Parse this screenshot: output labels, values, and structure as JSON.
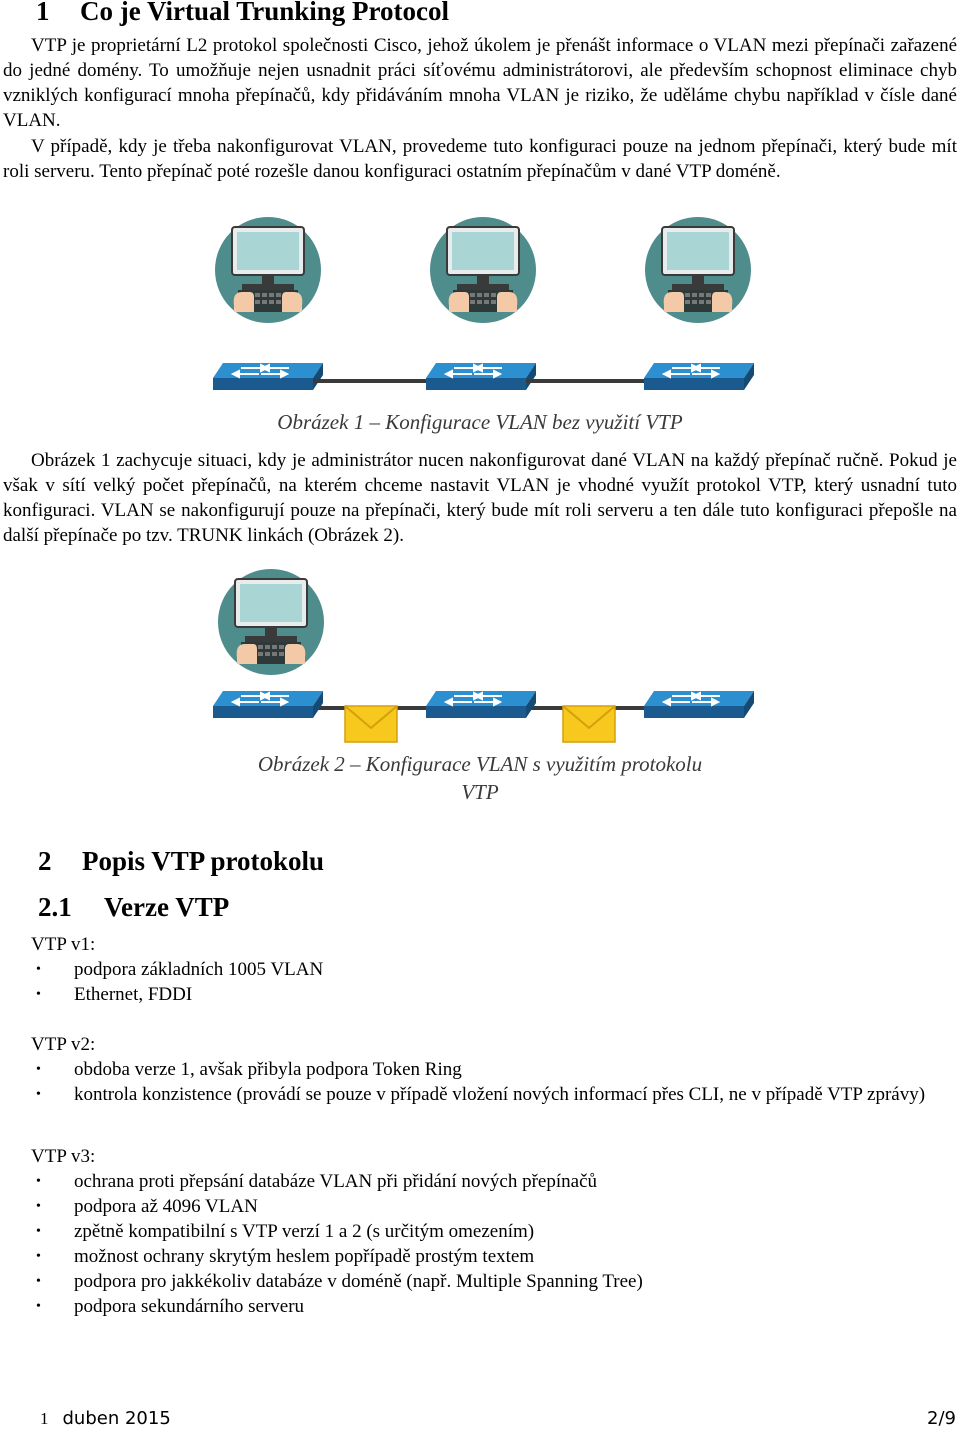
{
  "section1": {
    "number": "1",
    "title": "Co je Virtual Trunking Protocol",
    "p1": "VTP je proprietární L2 protokol společnosti Cisco, jehož úkolem je přenášt informace o VLAN mezi přepínači zařazené do jedné domény. To umožňuje nejen usnadnit práci síťovému administrátorovi, ale především schopnost eliminace chyb vzniklých konfigurací mnoha přepínačů, kdy přidáváním mnoha VLAN je riziko, že uděláme chybu například v čísle dané VLAN.",
    "p2": "V případě, kdy je třeba nakonfigurovat VLAN, provedeme tuto konfiguraci pouze na jednom přepínači, který bude mít roli serveru. Tento přepínač poté rozešle danou konfiguraci ostatním přepínačům v dané VTP doméně.",
    "figure1_caption": "Obrázek 1 – Konfigurace VLAN bez využití VTP",
    "p3": "Obrázek 1 zachycuje situaci, kdy je administrátor nucen nakonfigurovat dané VLAN na každý přepínač ručně. Pokud je však v sítí velký počet přepínačů, na kterém chceme nastavit VLAN je vhodné využít protokol VTP, který usnadní tuto konfiguraci. VLAN se nakonfigurují pouze na přepínači, který bude mít roli serveru a ten dále tuto konfiguraci přepošle na další přepínače po tzv. TRUNK linkách (Obrázek 2).",
    "figure2_caption_line1": "Obrázek 2 – Konfigurace VLAN s využitím protokolu",
    "figure2_caption_line2": "VTP"
  },
  "section2": {
    "number": "2",
    "title": "Popis VTP protokolu",
    "sub_number": "2.1",
    "sub_title": "Verze VTP",
    "versions": [
      {
        "label": "VTP v1:",
        "items": [
          "podpora základních 1005 VLAN",
          "Ethernet, FDDI"
        ]
      },
      {
        "label": "VTP v2:",
        "items": [
          "obdoba verze 1, avšak přibyla podpora Token Ring",
          "kontrola konzistence (provádí se pouze v případě vložení nových informací přes CLI, ne v případě VTP zprávy)"
        ]
      },
      {
        "label": "VTP v3:",
        "items": [
          "ochrana proti přepsání databáze VLAN při přidání nových přepínačů",
          "podpora až 4096 VLAN",
          "zpětně kompatibilní s VTP verzí 1 a 2 (s určitým omezením)",
          "možnost ochrany skrytým heslem popřípadě prostým textem",
          "podpora pro jakkékoliv databáze v doméně (např. Multiple Spanning Tree)",
          "podpora sekundárního serveru"
        ]
      }
    ]
  },
  "footer": {
    "left_num": "1",
    "date": "duben 2015",
    "page": "2/9"
  },
  "icons": {
    "admin": "admin-workstation-icon",
    "switch": "network-switch-icon",
    "envelope": "envelope-icon",
    "bullet": "•"
  },
  "colors": {
    "circle": "#4f8c8c",
    "switch_top": "#2c8fd0",
    "switch_side": "#1b5a8e",
    "envelope": "#f7c81e",
    "caption": "#3a3a3a"
  }
}
